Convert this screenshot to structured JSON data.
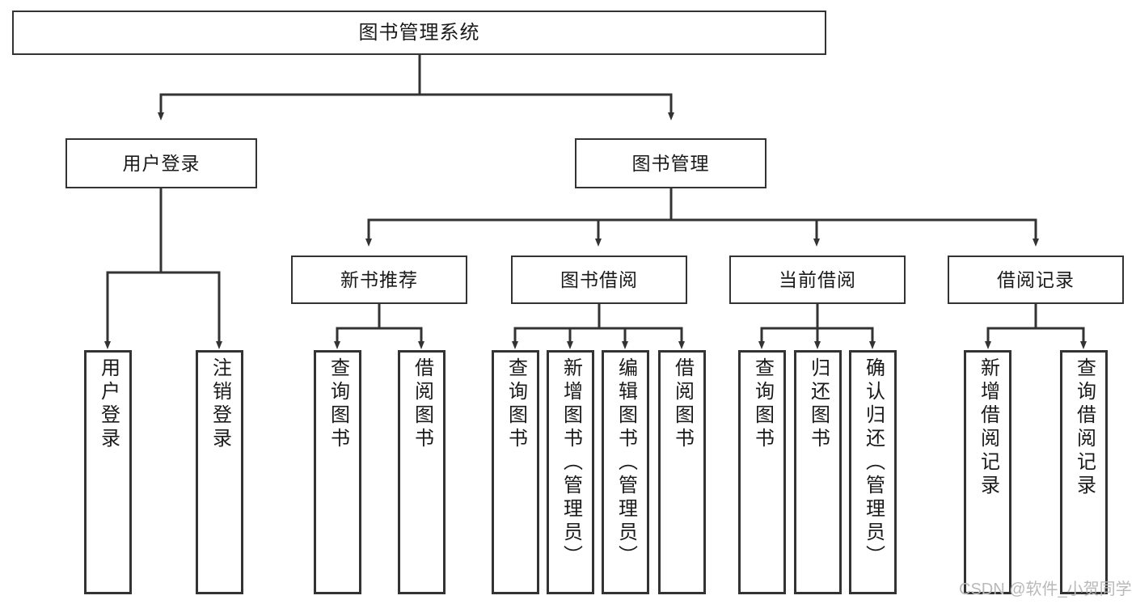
{
  "diagram": {
    "title": "图书管理系统",
    "type": "tree",
    "orientation": "top-down",
    "colors": {
      "box_border": "#333333",
      "box_fill": "#ffffff",
      "connector": "#333333",
      "text": "#1a1a1a",
      "watermark": "#b9b9b9",
      "background": "#ffffff"
    }
  },
  "nodes": {
    "root": {
      "label": "图书管理系统"
    },
    "level2": [
      {
        "label": "用户登录"
      },
      {
        "label": "图书管理"
      }
    ],
    "level3": [
      {
        "label": "新书推荐"
      },
      {
        "label": "图书借阅"
      },
      {
        "label": "当前借阅"
      },
      {
        "label": "借阅记录"
      }
    ],
    "leaves": {
      "user_login": [
        {
          "label": "用户登录"
        },
        {
          "label": "注销登录"
        }
      ],
      "new_book_recommend": [
        {
          "label": "查询图书"
        },
        {
          "label": "借阅图书"
        }
      ],
      "book_borrow": [
        {
          "label": "查询图书"
        },
        {
          "label": "新增图书（管理员）"
        },
        {
          "label": "编辑图书（管理员）"
        },
        {
          "label": "借阅图书"
        }
      ],
      "current_borrow": [
        {
          "label": "查询图书"
        },
        {
          "label": "归还图书"
        },
        {
          "label": "确认归还（管理员）"
        }
      ],
      "borrow_record": [
        {
          "label": "新增借阅记录"
        },
        {
          "label": "查询借阅记录"
        }
      ]
    }
  },
  "watermark": {
    "text": "CSDN @软件_小贺同学"
  }
}
